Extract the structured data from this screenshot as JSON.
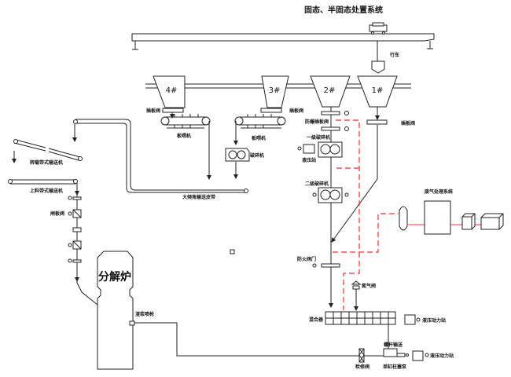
{
  "title": "固态、半固态处置系统",
  "labels": {
    "crane": "行车",
    "hopper1": "1#",
    "hopper2": "2#",
    "hopper3": "3#",
    "hopper4": "4#",
    "gate_valve_4": "插板阀",
    "gate_valve_3": "插板阀",
    "gate_valve_1": "插板阀",
    "plate_feeder_4": "板喂机",
    "plate_feeder_3": "板喂机",
    "crusher_3": "破碎机",
    "large_angle_belt": "大倾角输送皮带",
    "transfer_belt": "转载带式输送机",
    "feed_belt": "上料带式输送机",
    "flap_valve": "闸板阀",
    "explosion_gate": "防爆插板阀",
    "primary_crusher": "一级破碎机",
    "hydraulic_station_1": "液压站",
    "secondary_crusher": "二级破碎机",
    "exhaust_system": "废气处理系统",
    "fire_damper": "防火阀门",
    "nitrogen_valve": "氮气阀",
    "mixer": "混合器",
    "hydraulic_power_1": "液压动力站",
    "screw_feed": "螺杆输送",
    "hydraulic_power_2": "液压动力站",
    "piston_pump": "单缸柱塞泵",
    "maintenance_valve": "检修阀",
    "calciner": "分解炉",
    "slurry_gun": "渣浆喷枪"
  },
  "colors": {
    "line": "#222222",
    "exhaust": "#e33333"
  }
}
